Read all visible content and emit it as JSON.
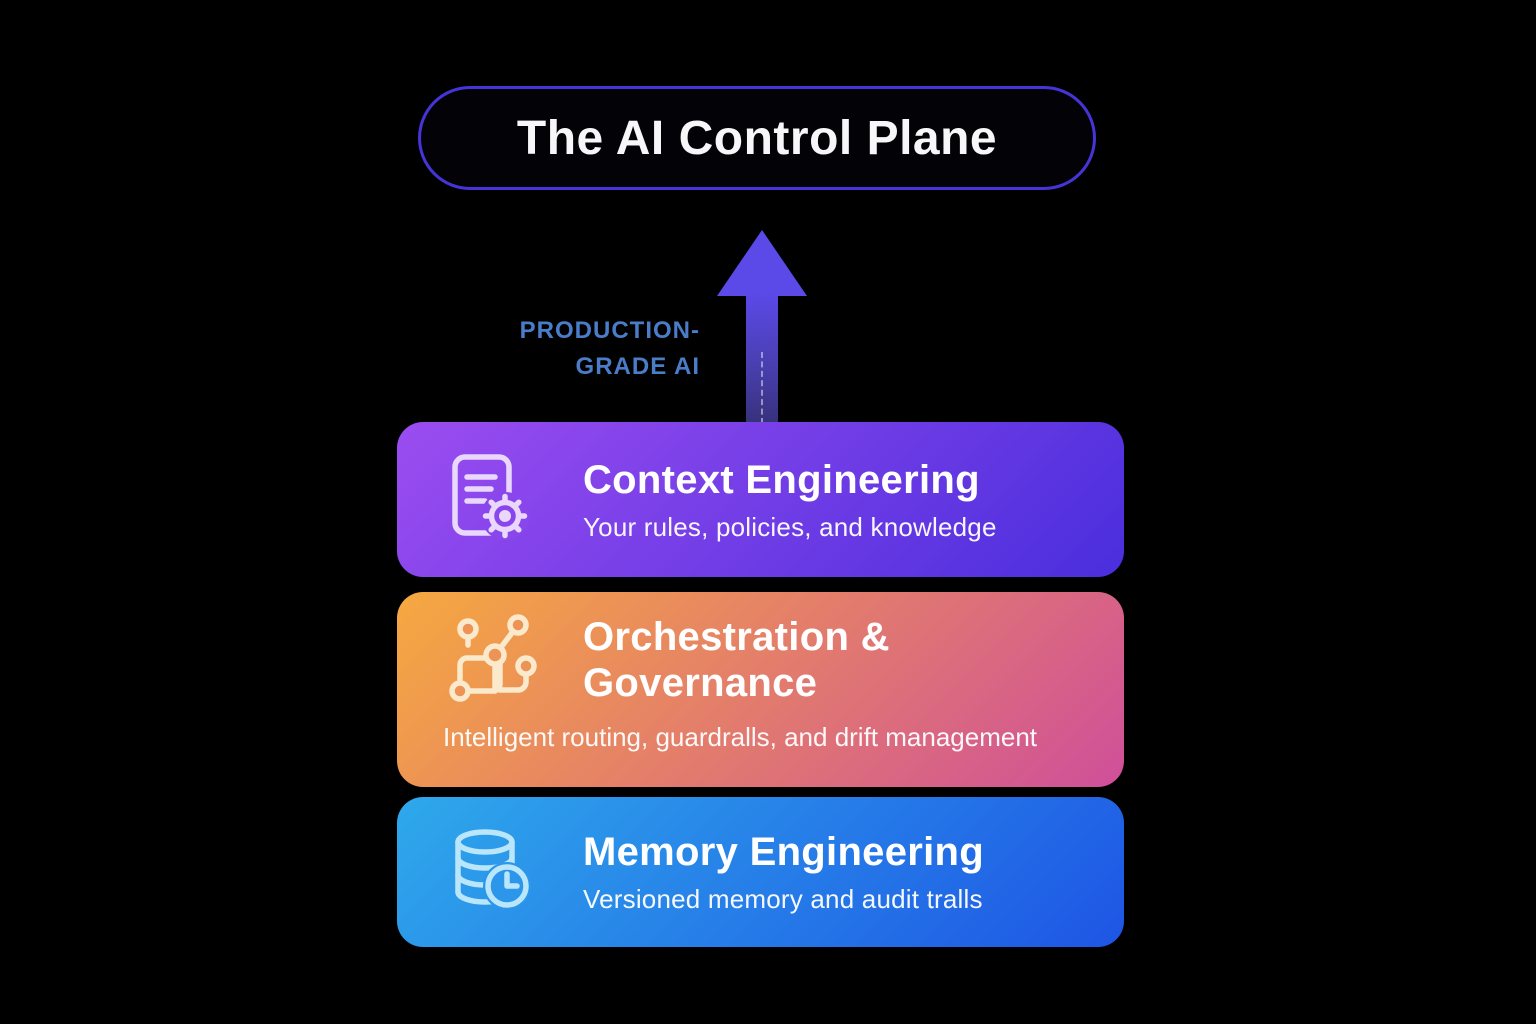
{
  "title": {
    "label": "The AI Control Plane"
  },
  "arrow_label": {
    "line1": "PRODUCTION-",
    "line2": "GRADE AI"
  },
  "layers": [
    {
      "id": "context-engineering",
      "title": "Context Engineering",
      "subtitle": "Your rules, policies, and knowledge",
      "icon": "document-gear-icon",
      "gradient_start": "#9b4df0",
      "gradient_end": "#4a2edd"
    },
    {
      "id": "orchestration-governance",
      "title": "Orchestration & Governance",
      "subtitle": "Intelligent routing, guardralls, and drift management",
      "icon": "workflow-nodes-icon",
      "gradient_start": "#f6a93f",
      "gradient_end": "#cf4f9a"
    },
    {
      "id": "memory-engineering",
      "title": "Memory Engineering",
      "subtitle": "Versioned memory and audit tralls",
      "icon": "database-clock-icon",
      "gradient_start": "#2fa9eb",
      "gradient_end": "#1e55e5"
    }
  ],
  "colors": {
    "background": "#000000",
    "title_border": "#4634d9",
    "title_text": "#f7f7fa",
    "arrow": "#5b49e8",
    "arrow_label_text": "#4a7cc8",
    "card_text": "#ffffff"
  }
}
